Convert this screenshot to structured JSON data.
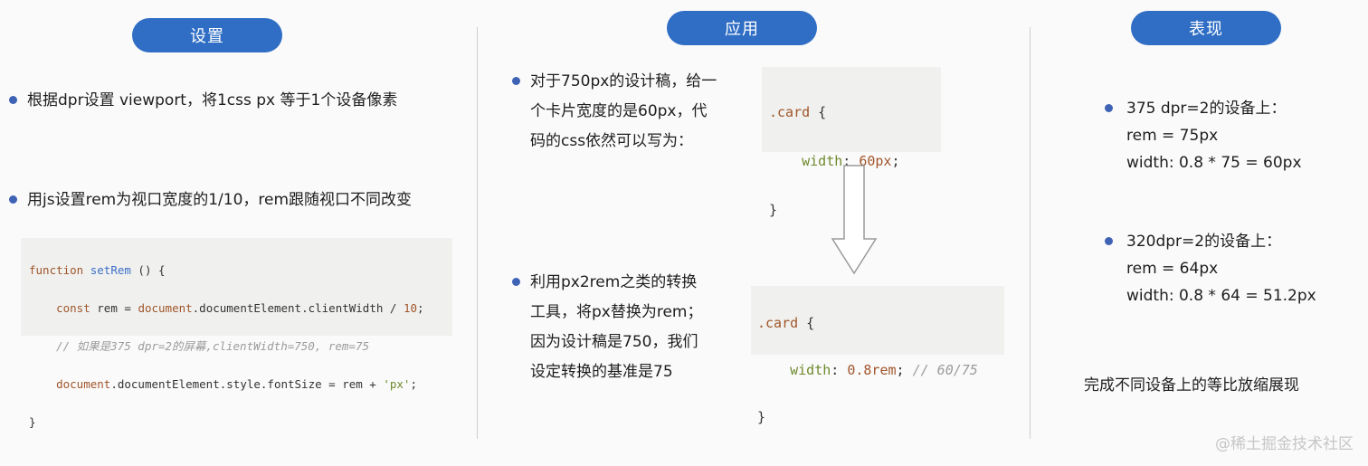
{
  "headers": {
    "settings": "设置",
    "application": "应用",
    "performance": "表现"
  },
  "settings": {
    "bullet1": "根据dpr设置 viewport，将1css px 等于1个设备像素",
    "bullet2": "用js设置rem为视口宽度的1/10，rem跟随视口不同改变",
    "code": {
      "l1_kw": "function",
      "l1_fn": "setRem",
      "l1_rest": " () {",
      "l2_kw": "const",
      "l2_mid": " rem = ",
      "l2_obj": "document",
      "l2_rest": ".documentElement.clientWidth / ",
      "l2_num": "10",
      "l2_end": ";",
      "l3_cmt": "// 如果是375 dpr=2的屏幕,clientWidth=750, rem=75",
      "l4_obj": "document",
      "l4_mid": ".documentElement.style.fontSize = rem + ",
      "l4_str": "'px'",
      "l4_end": ";",
      "l5": "}"
    }
  },
  "application": {
    "bullet1_lines": [
      "对于750px的设计稿，给一",
      "个卡片宽度的是60px，代",
      "码的css依然可以写为："
    ],
    "code1": {
      "sel": ".card",
      "open": " {",
      "prop": "width",
      "colon": ": ",
      "val": "60px",
      "semi": ";",
      "close": "}"
    },
    "bullet2_lines": [
      "利用px2rem之类的转换",
      "工具，将px替换为rem；",
      "因为设计稿是750，我们",
      "设定转换的基准是75"
    ],
    "code2": {
      "sel": ".card",
      "open": " {",
      "prop": "width",
      "colon": ": ",
      "val": "0.8rem",
      "semi": ";",
      "cmt": " // 60/75",
      "close": "}"
    }
  },
  "performance": {
    "item1": {
      "title": "375 dpr=2的设备上：",
      "line2": "rem = 75px",
      "line3": "width: 0.8 * 75 = 60px"
    },
    "item2": {
      "title": "320dpr=2的设备上：",
      "line2": "rem = 64px",
      "line3": "width: 0.8 * 64 = 51.2px"
    },
    "conclusion": "完成不同设备上的等比放缩展现"
  },
  "watermark": "@稀土掘金技术社区",
  "colors": {
    "pill": "#2f6ec4",
    "bullet_dot": "#3e63b5",
    "code_bg": "#f0f1ef"
  }
}
